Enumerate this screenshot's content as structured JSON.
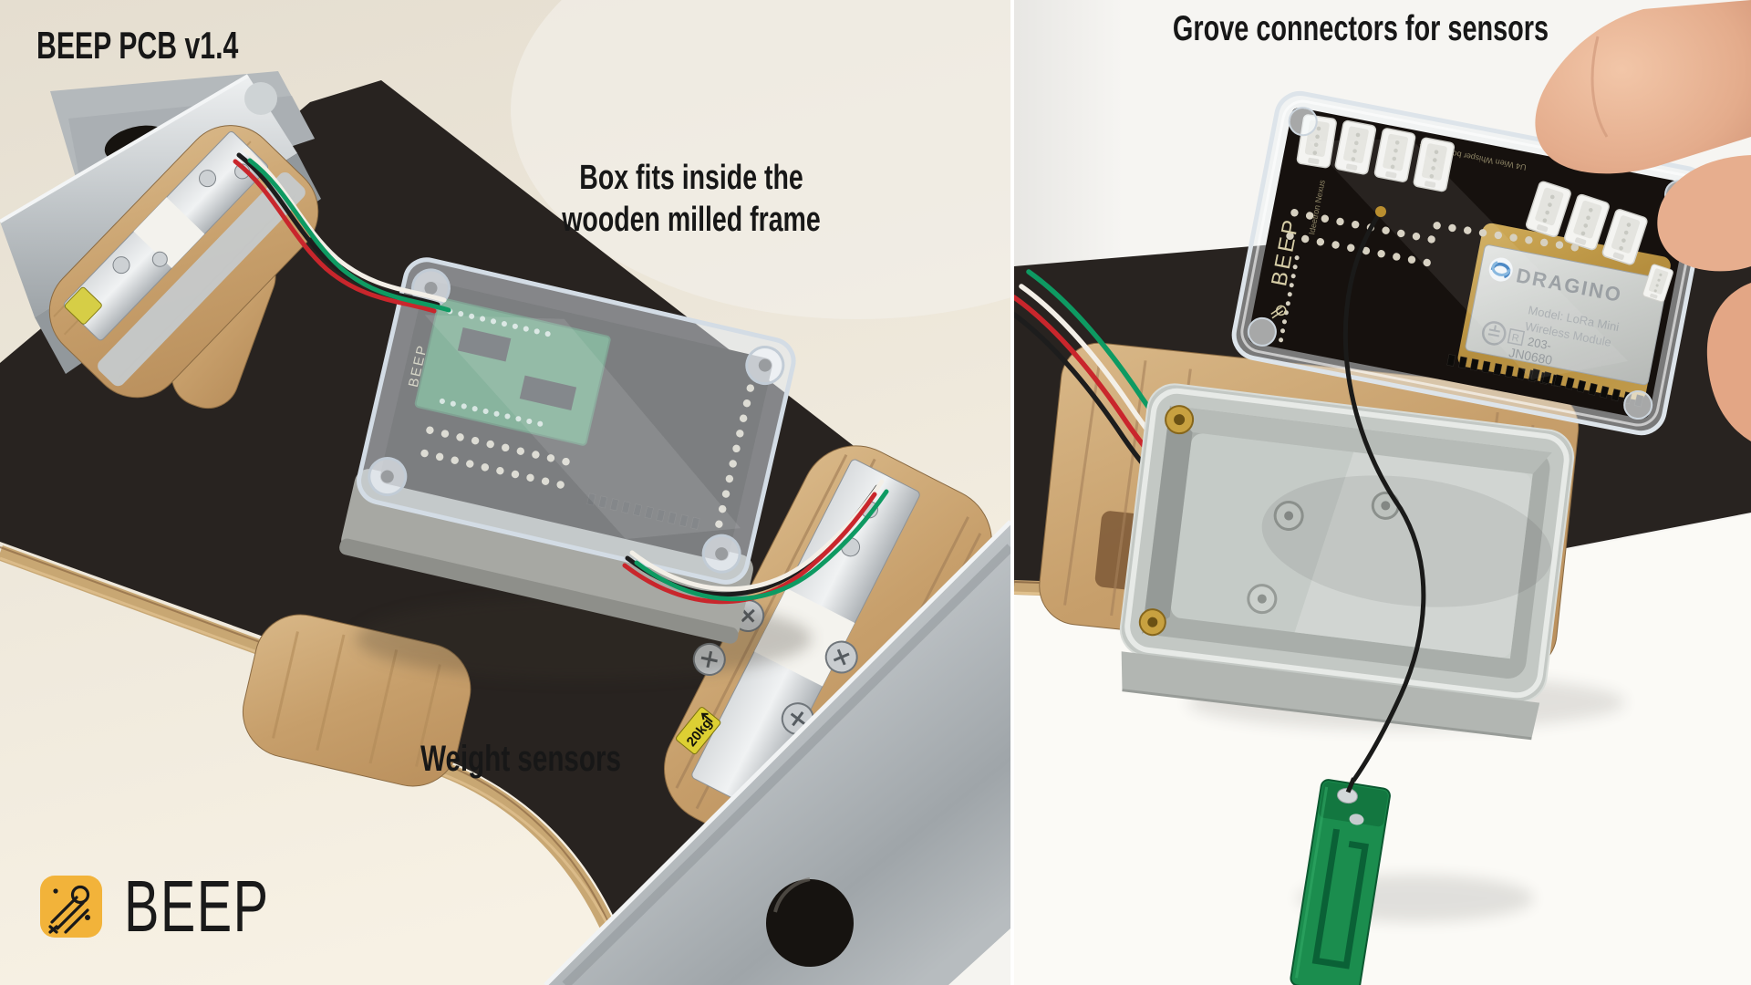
{
  "left_photo": {
    "title": "BEEP PCB v1.4",
    "annotations": {
      "box": "Box fits inside the\nwooden milled frame",
      "weight": "Weight sensors"
    },
    "load_cell_label": "20kg",
    "pcb_silkscreen": "BEEP",
    "logo": {
      "text": "BEEP"
    }
  },
  "right_photo": {
    "annotation": "Grove connectors for sensors",
    "lora_module": {
      "brand": "DRAGINO",
      "model": "Model: LoRa Mini",
      "type": "Wireless Module",
      "cert_mark": "R",
      "cert_id_line1": "203-",
      "cert_id_line2": "JN0680"
    },
    "pcb_silkscreen": {
      "logo": "BEEP",
      "line1": "U4 Wien Whisper board LoRa",
      "line2": "Ideetron Nexus"
    }
  },
  "colors": {
    "logo_yellow": "#F2B33A",
    "pcb_green": "#1B8D4E",
    "wire_red": "#C9262C",
    "wire_green": "#0E9A62",
    "frame_black": "#282320",
    "plywood_tan": "#C9A876",
    "dragino_blue": "#3E7FC1"
  }
}
